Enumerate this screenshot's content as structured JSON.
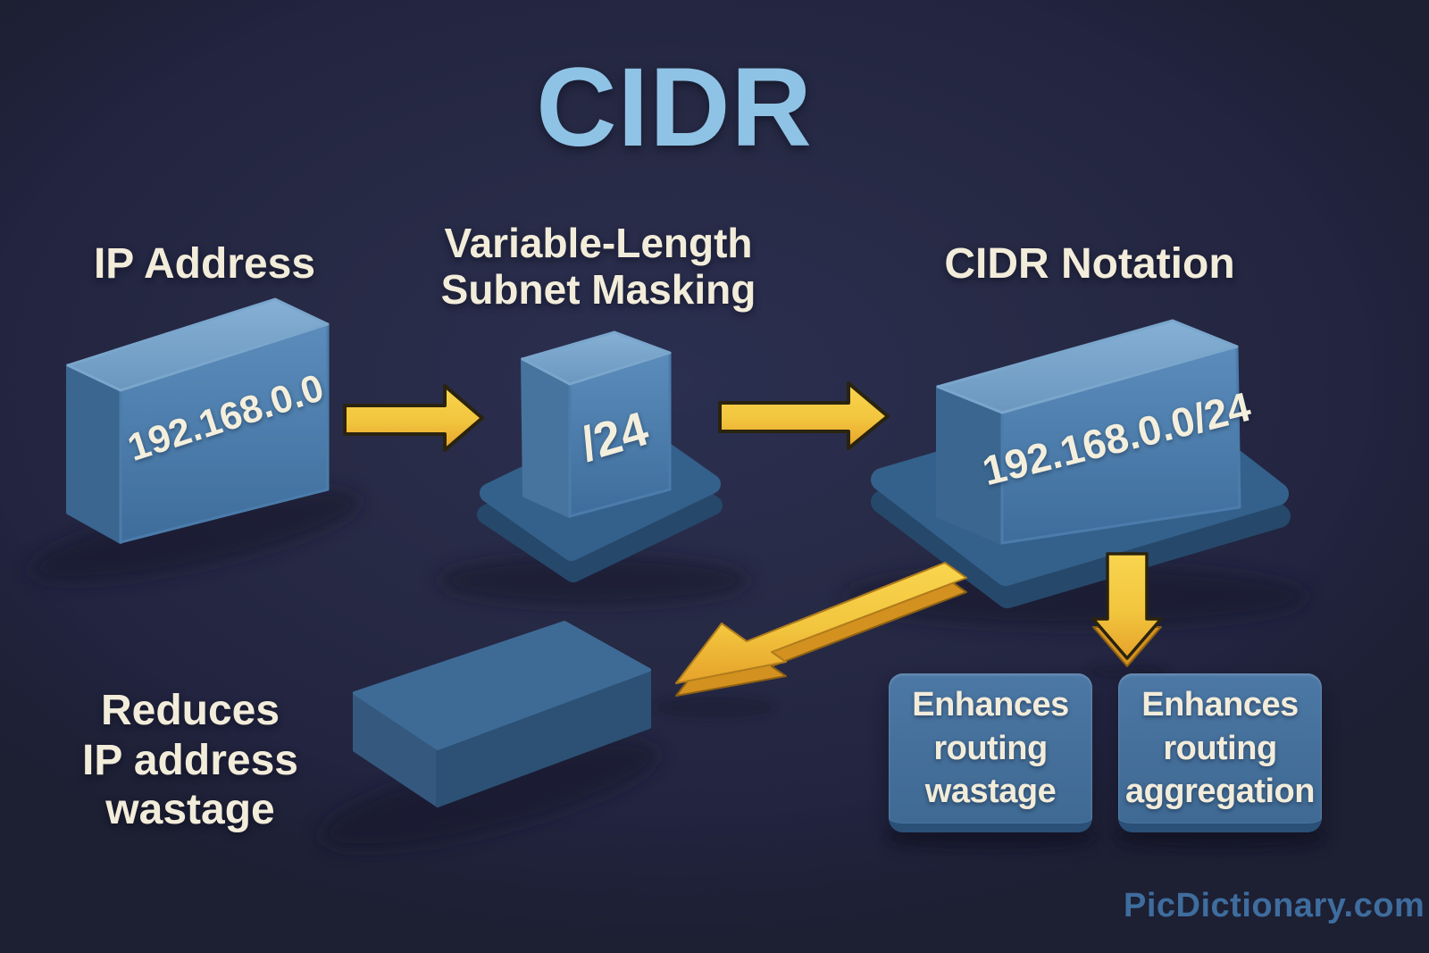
{
  "title": "CIDR",
  "watermark": "PicDictionary.com",
  "flow": {
    "ip": {
      "label": "IP Address",
      "value": "192.168.0.0"
    },
    "vlsm": {
      "label": "Variable-Length\nSubnet Masking",
      "value": "/24"
    },
    "cidr": {
      "label": "CIDR Notation",
      "value": "192.168.0.0/24"
    }
  },
  "benefits": {
    "reduces": "Reduces\nIP address\nwastage",
    "routing_wastage": "Enhances\nrouting\nwastage",
    "routing_aggregation": "Enhances\nrouting\naggregation"
  },
  "colors": {
    "background": "#272A45",
    "title_blue": "#8FC3E5",
    "text_cream": "#F2ECDA",
    "block_front": "#4C7DAC",
    "block_top": "#7AA5CB",
    "block_side": "#3A6690",
    "platform_top": "#34618B",
    "platform_base": "#26486B",
    "card_blue": "#4B77A5",
    "card_lip": "#2B5078",
    "arrow_yellow": "#F5CB45",
    "arrow_orange": "#E9A72D",
    "arrow_shade": "#D3911F",
    "watermark_blue": "#3E6D9E"
  }
}
